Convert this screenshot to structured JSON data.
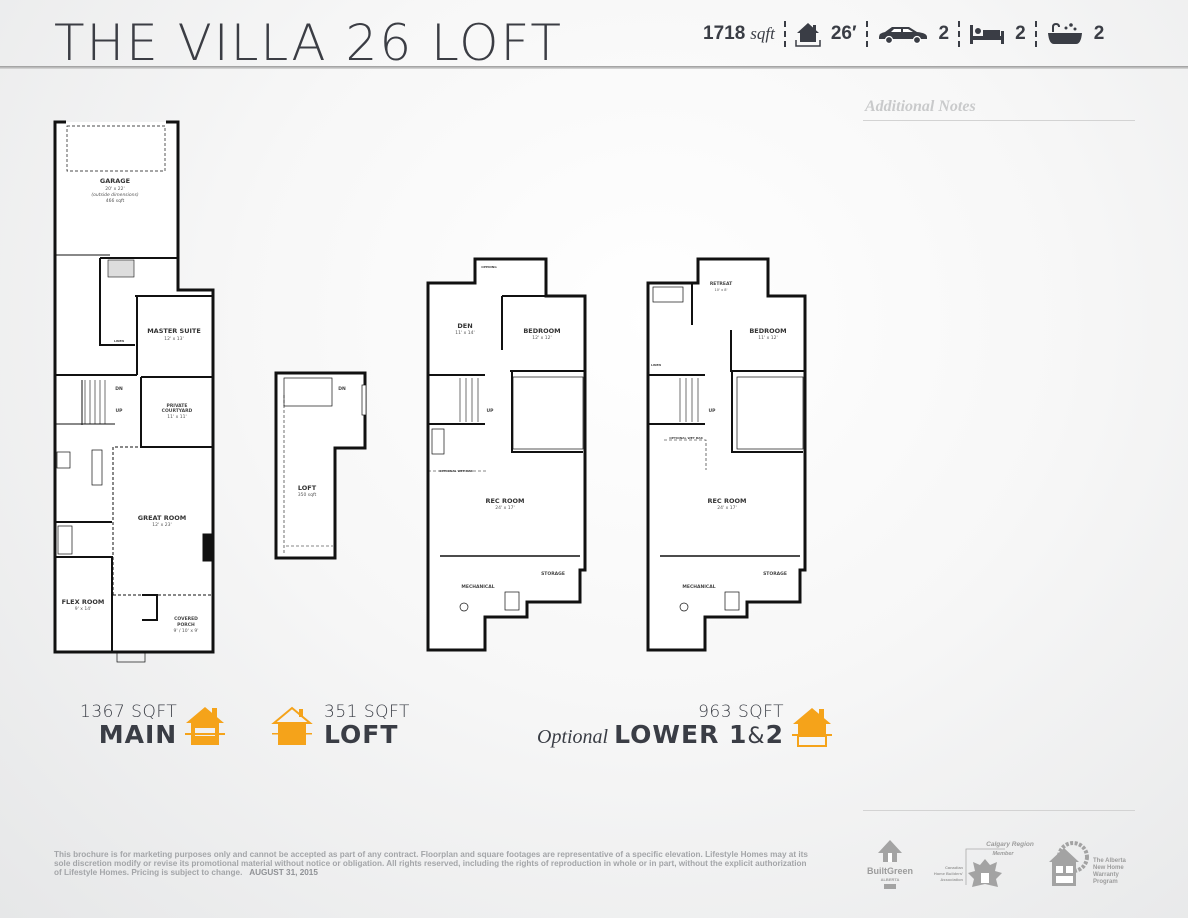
{
  "header": {
    "title": "THE VILLA 26 LOFT",
    "stats": {
      "sqft_value": "1718",
      "sqft_unit": "sqft",
      "lot_width": "26′",
      "garage": "2",
      "bedrooms": "2",
      "bathrooms": "2",
      "icons": [
        "house-icon",
        "car-icon",
        "bed-icon",
        "bathtub-icon"
      ]
    }
  },
  "notes": {
    "title": "Additional Notes"
  },
  "plans": {
    "main": {
      "garage": {
        "name": "GARAGE",
        "dims": "20' x 22'",
        "note": "(outside dimensions)",
        "area": "466 sqft"
      },
      "master_suite": {
        "name": "MASTER SUITE",
        "dims": "12' x 13'"
      },
      "courtyard": {
        "name1": "PRIVATE",
        "name2": "COURTYARD",
        "dims": "11' x 11'"
      },
      "great_room": {
        "name": "GREAT ROOM",
        "dims": "12' x 23'"
      },
      "flex_room": {
        "name": "FLEX ROOM",
        "dims": "9' x 14'"
      },
      "porch": {
        "name1": "COVERED",
        "name2": "PORCH",
        "dims": "9' / 10' x 9'"
      },
      "dn": "DN",
      "up": "UP",
      "linen": "LINEN"
    },
    "loft": {
      "name": "LOFT",
      "area": "350 sqft",
      "dn": "DN"
    },
    "lower1": {
      "den": {
        "name": "DEN",
        "dims": "11' x 14'"
      },
      "bedroom": {
        "name": "BEDROOM",
        "dims": "12' x 12'"
      },
      "rec_room": {
        "name": "REC ROOM",
        "dims": "24' x 17'"
      },
      "mechanical": "MECHANICAL",
      "storage": "STORAGE",
      "up": "UP",
      "wet_bar": "OPTIONAL WET BAR",
      "opening": "OPENING"
    },
    "lower2": {
      "retreat": {
        "name": "RETREAT",
        "dims": "10' x 8'"
      },
      "bedroom": {
        "name": "BEDROOM",
        "dims": "11' x 12'"
      },
      "rec_room": {
        "name": "REC ROOM",
        "dims": "24' x 17'"
      },
      "mechanical": "MECHANICAL",
      "storage": "STORAGE",
      "up": "UP",
      "wet_bar": "OPTIONAL WET BAR",
      "linen": "LINEN"
    }
  },
  "levels": {
    "main": {
      "sqft": "1367 SQFT",
      "name": "MAIN"
    },
    "loft": {
      "sqft": "351 SQFT",
      "name": "LOFT"
    },
    "lower": {
      "sqft": "963 SQFT",
      "optional": "Optional",
      "name": "LOWER 1",
      "amp": "&",
      "num": "2"
    }
  },
  "colors": {
    "accent": "#f5a31a",
    "text": "#3a3d45",
    "muted": "#a3a5a8"
  },
  "disclaimer": {
    "text": "This brochure is for marketing purposes only and cannot be accepted as part of any contract. Floorplan and square footages are representative of a specific elevation. Lifestyle Homes may at its sole discretion modify or revise its promotional material without notice or obligation. All rights reserved, including the rights of reproduction in whole or in part, without the explicit authorization of Lifestyle Homes. Pricing is subject to change.",
    "date": "AUGUST 31, 2015"
  },
  "logos": {
    "builtgreen": {
      "name": "BuiltGreen",
      "sub": "ALBERTA"
    },
    "chba": {
      "line1": "Calgary Region",
      "line2": "Member",
      "org1": "Canadian",
      "org2": "Home Builders'",
      "org3": "Association"
    },
    "warranty": {
      "line1": "The Alberta",
      "line2": "New Home",
      "line3": "Warranty",
      "line4": "Program"
    }
  }
}
